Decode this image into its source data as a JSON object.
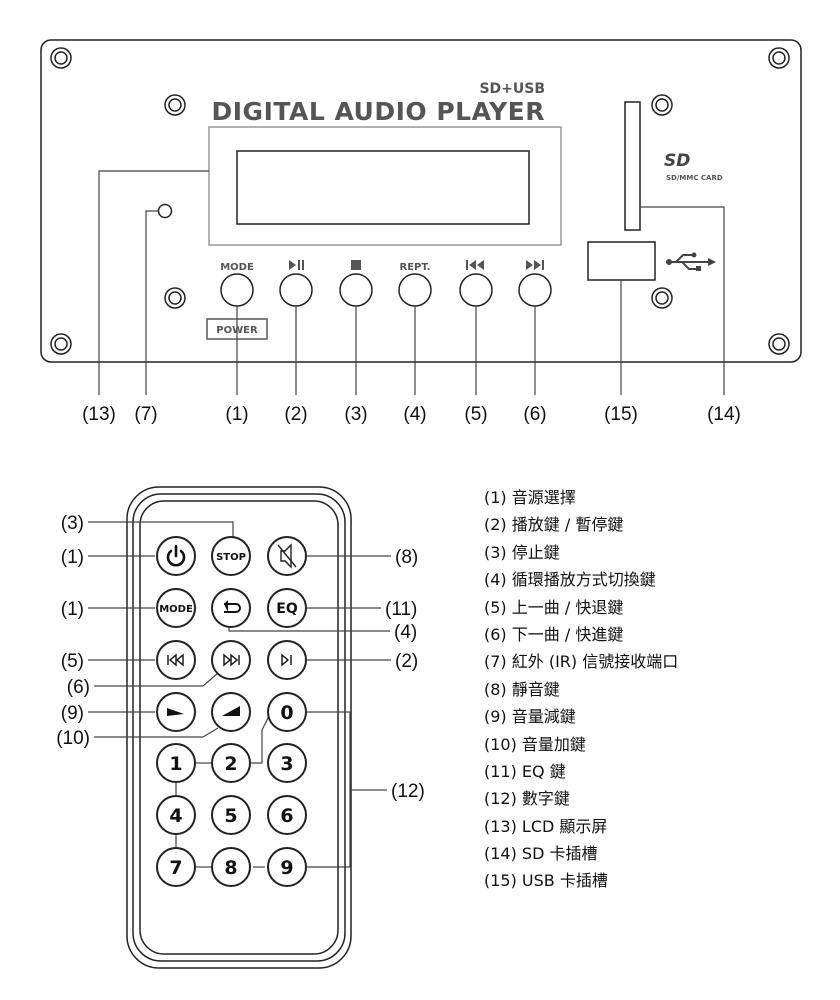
{
  "panel": {
    "brand_top": "SD+USB",
    "title": "DIGITAL AUDIO PLAYER",
    "sd_logo": "SD",
    "sd_caption": "SD/MMC CARD",
    "power_label": "POWER",
    "button_labels": [
      "MODE",
      "REPT."
    ],
    "callouts": [
      "(13)",
      "(7)",
      "(1)",
      "(2)",
      "(3)",
      "(4)",
      "(5)",
      "(6)",
      "(15)",
      "(14)"
    ]
  },
  "remote": {
    "stop_label": "STOP",
    "mode_label": "MODE",
    "eq_label": "EQ",
    "digits": [
      "0",
      "1",
      "2",
      "3",
      "4",
      "5",
      "6",
      "7",
      "8",
      "9"
    ],
    "callouts_left": [
      "(3)",
      "(1)",
      "(1)",
      "(5)",
      "(6)",
      "(9)",
      "(10)"
    ],
    "callouts_right": [
      "(8)",
      "(11)",
      "(4)",
      "(2)",
      "(12)"
    ]
  },
  "legend": [
    "(1) 音源選擇",
    "(2) 播放鍵 / 暫停鍵",
    "(3) 停止鍵",
    "(4) 循環播放方式切換鍵",
    "(5) 上一曲 / 快退鍵",
    "(6) 下一曲 / 快進鍵",
    "(7) 紅外 (IR) 信號接收端口",
    "(8) 靜音鍵",
    "(9) 音量減鍵",
    "(10) 音量加鍵",
    "(11) EQ 鍵",
    "(12) 數字鍵",
    "(13) LCD 顯示屏",
    "(14) SD 卡插槽",
    "(15) USB 卡插槽"
  ]
}
